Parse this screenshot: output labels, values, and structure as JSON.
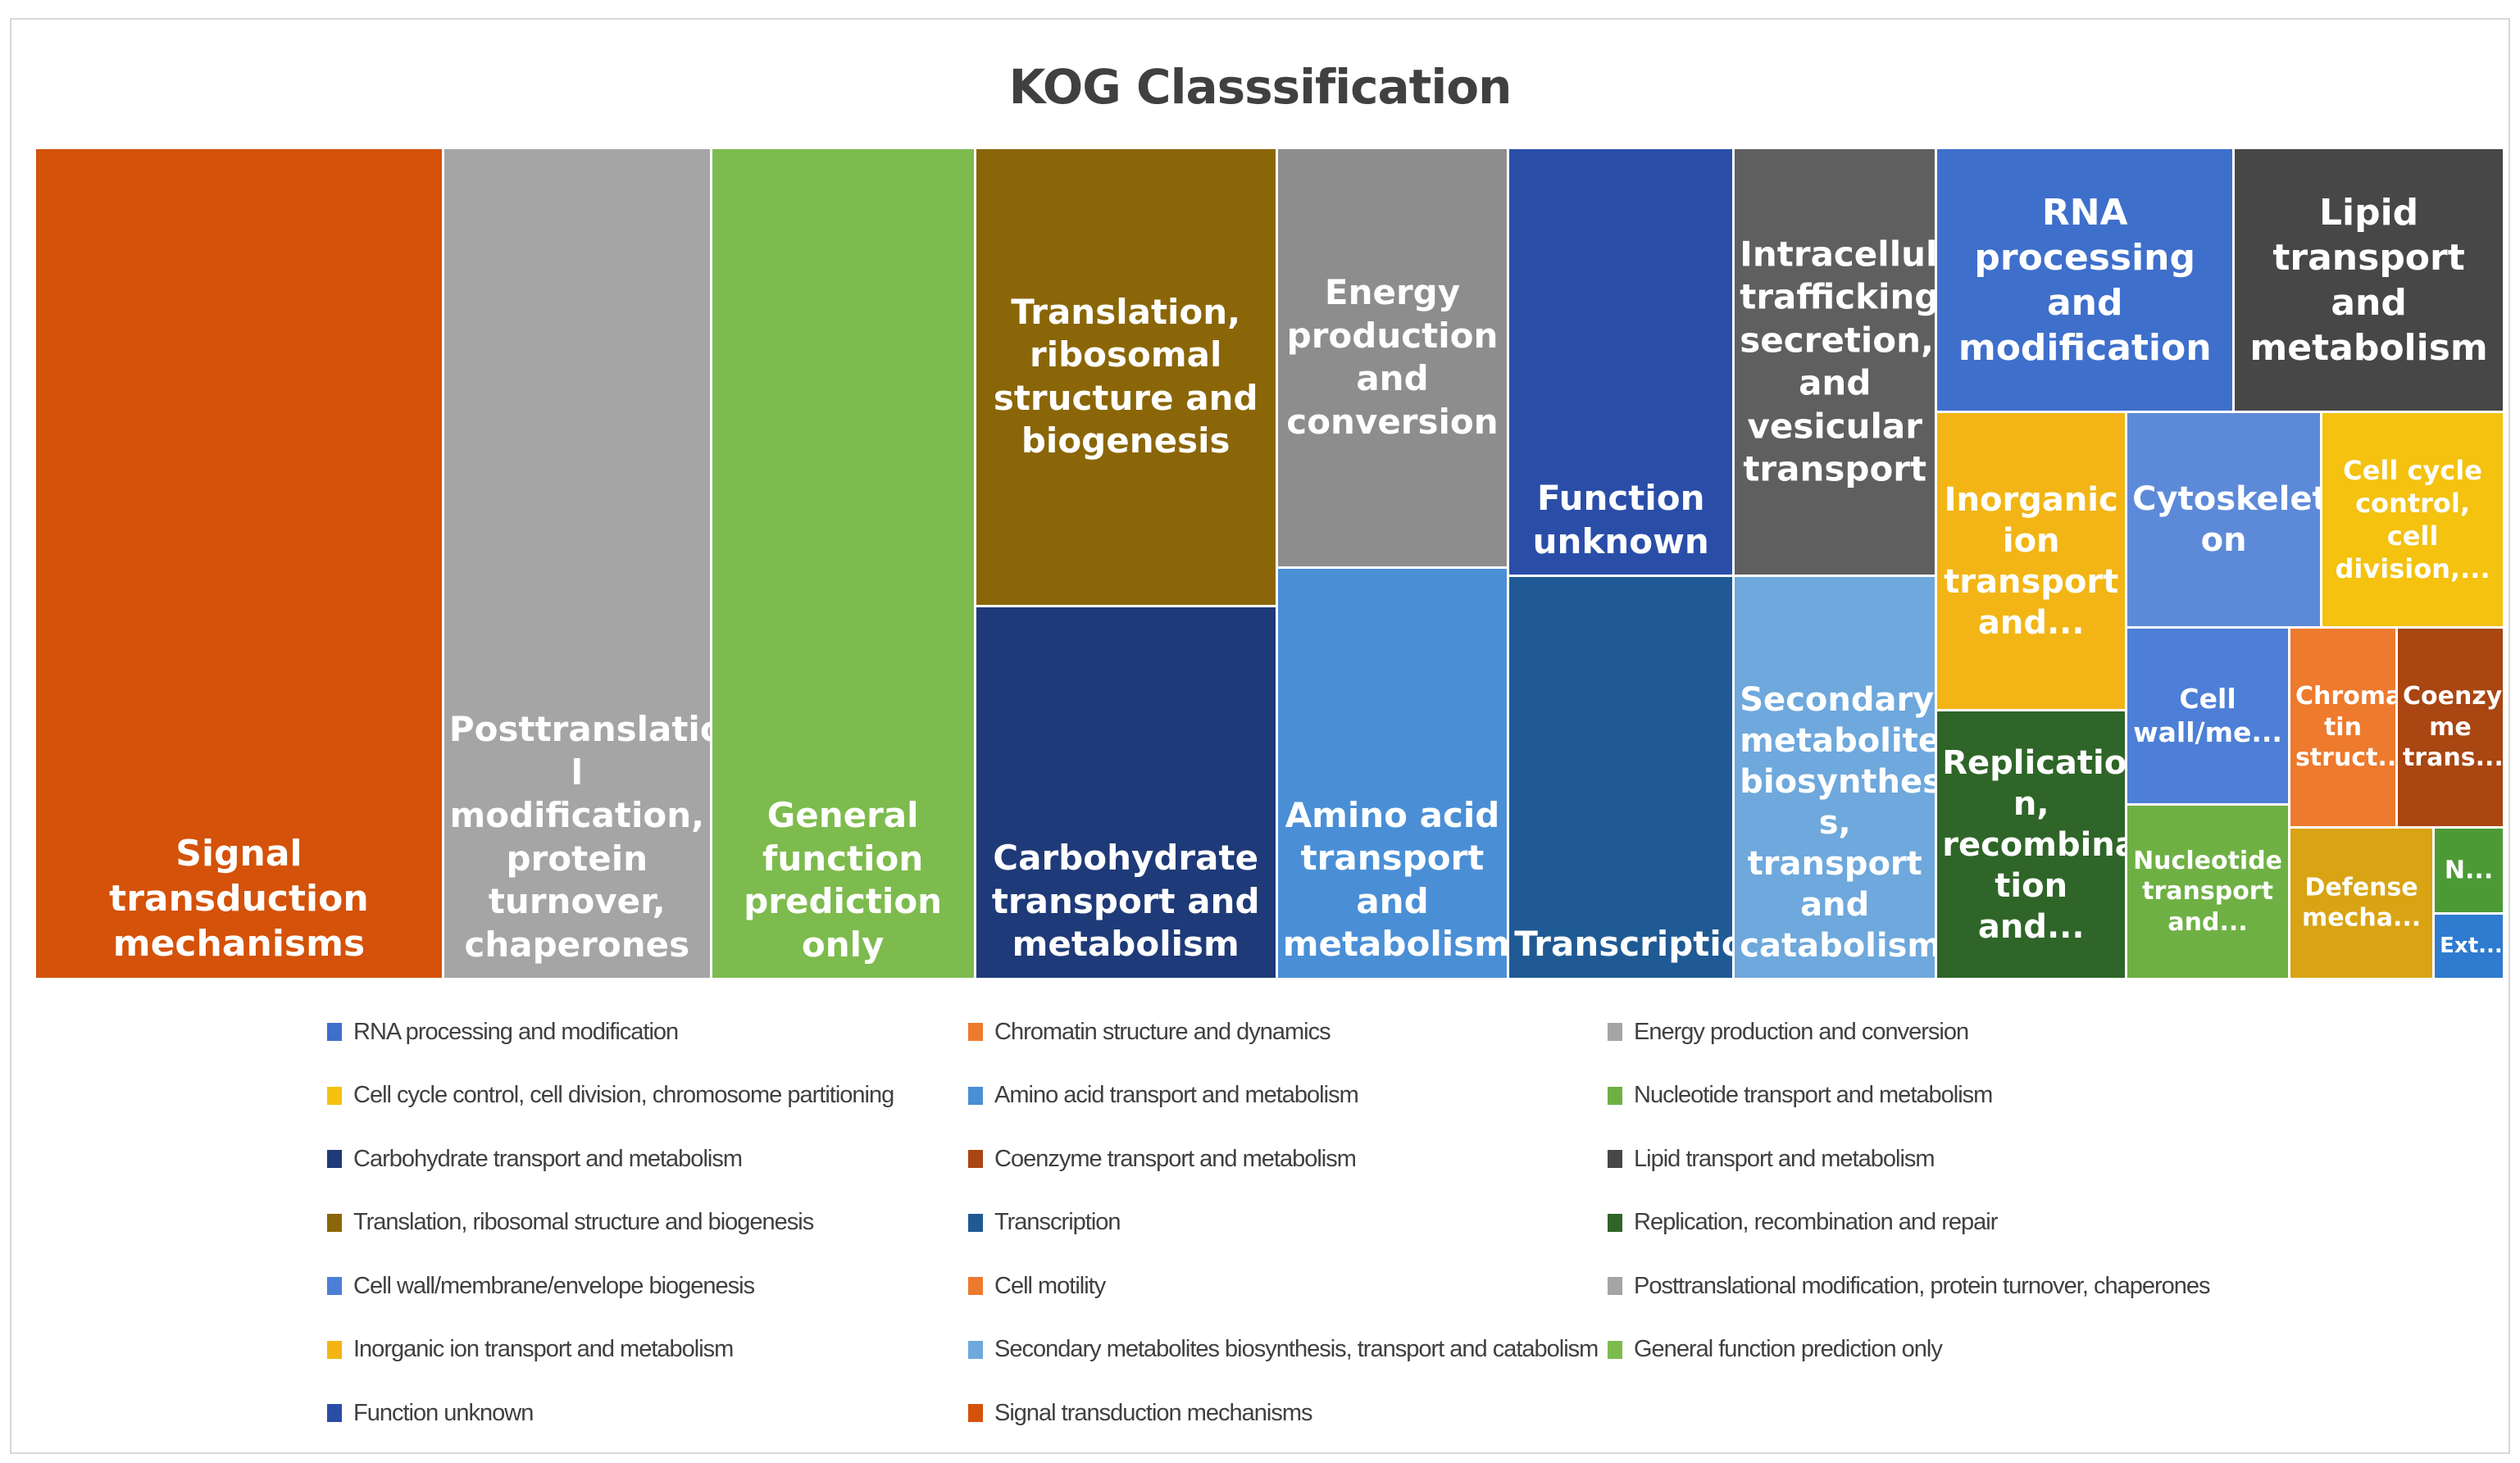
{
  "chart_data": {
    "type": "treemap",
    "title": "KOG Classsification",
    "tiles": [
      {
        "name": "Signal transduction mechanisms",
        "label": "Signal transduction\nmechanisms",
        "color": "#d4520a",
        "valign": "bottom"
      },
      {
        "name": "Posttranslational modification, protein turnover, chaperones",
        "label": "Posttranslationa\nl modification,\nprotein\nturnover,\nchaperones",
        "color": "#a5a5a5",
        "valign": "bottom"
      },
      {
        "name": "General function prediction only",
        "label": "General\nfunction\nprediction only",
        "color": "#7dbb4e",
        "valign": "bottom"
      },
      {
        "name": "Translation, ribosomal structure and biogenesis",
        "label": "Translation,\nribosomal\nstructure and\nbiogenesis",
        "color": "#8a6608",
        "valign": "center"
      },
      {
        "name": "Carbohydrate transport and metabolism",
        "label": "Carbohydrate\ntransport and\nmetabolism",
        "color": "#1f3a78",
        "valign": "bottom"
      },
      {
        "name": "Energy production and conversion",
        "label": "Energy\nproduction\nand\nconversion",
        "color": "#8d8d8d",
        "valign": "center"
      },
      {
        "name": "Amino acid transport and metabolism",
        "label": "Amino acid\ntransport and\nmetabolism",
        "color": "#4a8fd6",
        "valign": "bottom"
      },
      {
        "name": "Function unknown",
        "label": "Function\nunknown",
        "color": "#2a4ea8",
        "valign": "bottom"
      },
      {
        "name": "Transcription",
        "label": "Transcription",
        "color": "#1f5a94",
        "valign": "bottom"
      },
      {
        "name": "Intracellular trafficking, secretion, and vesicular transport",
        "label": "Intracellular\ntrafficking,\nsecretion,\nand\nvesicular\ntransport",
        "color": "#5f5f5f",
        "valign": "center"
      },
      {
        "name": "Secondary metabolites biosynthesis, transport and catabolism",
        "label": "Secondary\nmetabolites\nbiosynthesi\ns, transport\nand\ncatabolism",
        "color": "#6ea8dc",
        "valign": "bottom"
      },
      {
        "name": "RNA processing and modification",
        "label": "RNA processing\nand modification",
        "color": "#3e6fcb",
        "valign": "center"
      },
      {
        "name": "Lipid transport and metabolism",
        "label": "Lipid transport\nand metabolism",
        "color": "#474747",
        "valign": "center"
      },
      {
        "name": "Inorganic ion transport and metabolism",
        "label": "Inorganic\nion\ntransport\nand...",
        "color": "#f2b515",
        "valign": "center"
      },
      {
        "name": "Cytoskeleton",
        "label": "Cytoskelet\non",
        "color": "#5d8ad8",
        "valign": "center"
      },
      {
        "name": "Cell cycle control, cell division, chromosome partitioning",
        "label": "Cell cycle\ncontrol, cell\ndivision,...",
        "color": "#f4c20f",
        "valign": "center"
      },
      {
        "name": "Replication, recombination and repair",
        "label": "Replicatio\nn,\nrecombina\ntion and...",
        "color": "#2f6528",
        "valign": "center"
      },
      {
        "name": "Cell wall/membrane/envelope biogenesis",
        "label": "Cell\nwall/me...",
        "color": "#4d7fd6",
        "valign": "center"
      },
      {
        "name": "Chromatin structure and dynamics",
        "label": "Chroma\ntin\nstruct...",
        "color": "#ee7a2e",
        "valign": "center"
      },
      {
        "name": "Coenzyme transport and metabolism",
        "label": "Coenzy\nme\ntrans...",
        "color": "#a94612",
        "valign": "center"
      },
      {
        "name": "Nucleotide transport and metabolism",
        "label": "Nucleotide\ntransport\nand...",
        "color": "#6fb044",
        "valign": "center"
      },
      {
        "name": "Defense mechanisms",
        "label": "Defense\nmecha...",
        "color": "#d9a413",
        "valign": "center"
      },
      {
        "name": "N...",
        "label": "N...",
        "color": "#4b9a36",
        "valign": "center"
      },
      {
        "name": "Ext...",
        "label": "Ext...",
        "color": "#2e7bd0",
        "valign": "center"
      }
    ],
    "legend": [
      {
        "label": "RNA processing and modification",
        "color": "#3e6fcb"
      },
      {
        "label": "Chromatin structure and dynamics",
        "color": "#ee7a2e"
      },
      {
        "label": "Energy production and conversion",
        "color": "#a5a5a5"
      },
      {
        "label": "Cell cycle control, cell division, chromosome partitioning",
        "color": "#f4c20f"
      },
      {
        "label": "Amino acid transport and metabolism",
        "color": "#4a8fd6"
      },
      {
        "label": "Nucleotide transport and metabolism",
        "color": "#6fb044"
      },
      {
        "label": "Carbohydrate transport and metabolism",
        "color": "#1f3a78"
      },
      {
        "label": "Coenzyme transport and metabolism",
        "color": "#a94612"
      },
      {
        "label": "Lipid transport and metabolism",
        "color": "#474747"
      },
      {
        "label": "Translation, ribosomal structure and biogenesis",
        "color": "#8a6608"
      },
      {
        "label": "Transcription",
        "color": "#1f5a94"
      },
      {
        "label": "Replication, recombination and repair",
        "color": "#2f6528"
      },
      {
        "label": "Cell wall/membrane/envelope biogenesis",
        "color": "#4d7fd6"
      },
      {
        "label": "Cell motility",
        "color": "#ee7a2e"
      },
      {
        "label": "Posttranslational modification, protein turnover, chaperones",
        "color": "#a5a5a5"
      },
      {
        "label": "Inorganic ion transport and metabolism",
        "color": "#f2b515"
      },
      {
        "label": "Secondary metabolites biosynthesis, transport and catabolism",
        "color": "#6ea8dc"
      },
      {
        "label": "General function prediction only",
        "color": "#7dbb4e"
      },
      {
        "label": "Function unknown",
        "color": "#2a4ea8"
      },
      {
        "label": "Signal transduction mechanisms",
        "color": "#d4520a"
      }
    ],
    "legend_placement": "bottom"
  }
}
